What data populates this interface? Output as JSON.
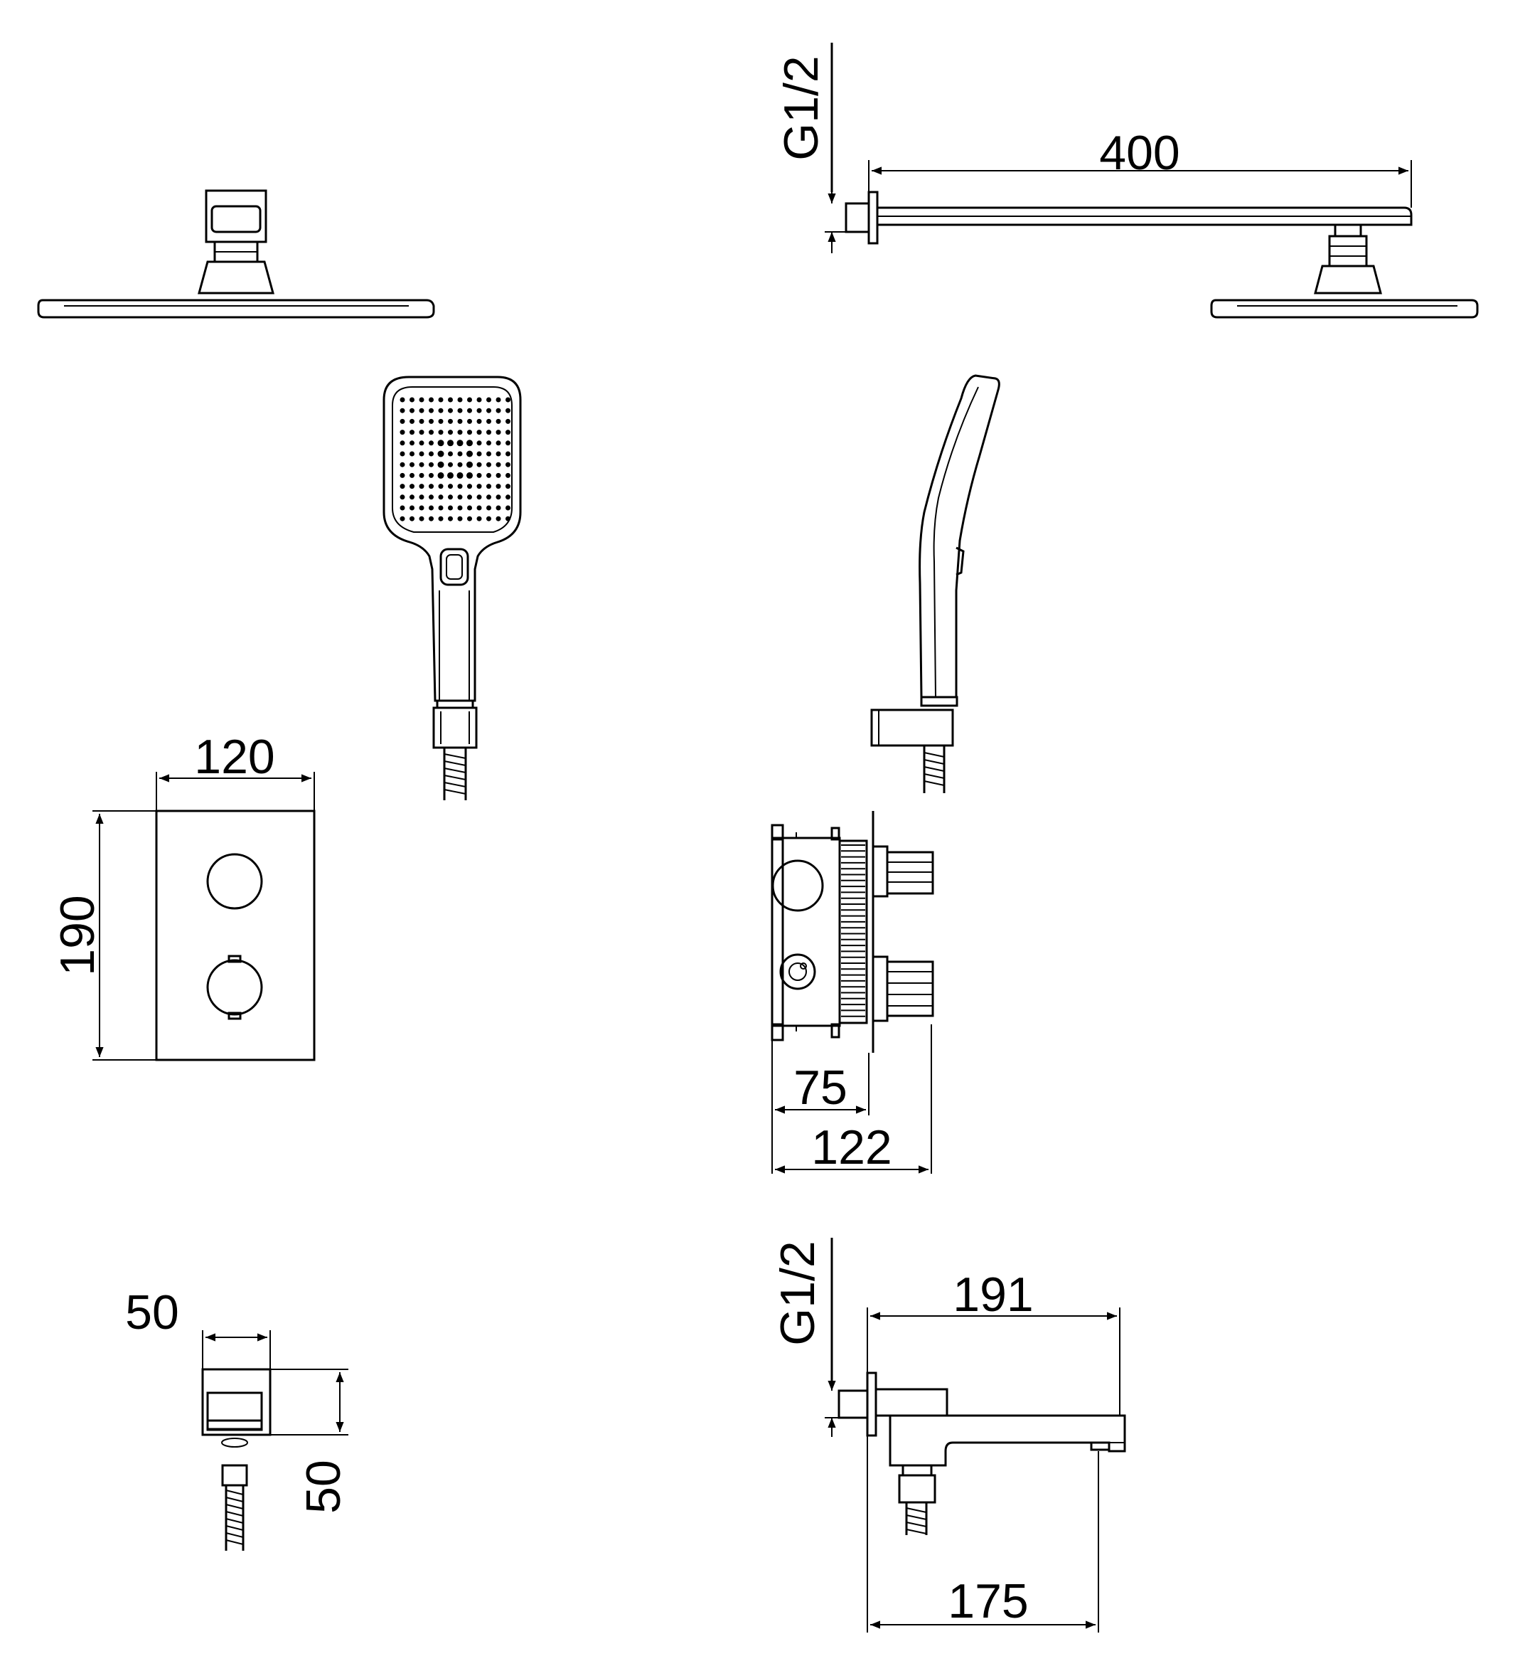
{
  "dimensions": {
    "arm_thread": "G1/2",
    "arm_length": "400",
    "plate_width": "120",
    "plate_height": "190",
    "valve_depth_body": "75",
    "valve_depth_total": "122",
    "outlet_width": "50",
    "outlet_height": "50",
    "spout_thread": "G1/2",
    "spout_length_top": "191",
    "spout_length_bottom": "175"
  },
  "colors": {
    "line": "#000000",
    "background": "#ffffff"
  },
  "components": [
    "rain-shower-head",
    "shower-arm",
    "hand-shower",
    "thermostat-plate",
    "concealed-valve-box",
    "wall-outlet",
    "bath-spout"
  ]
}
